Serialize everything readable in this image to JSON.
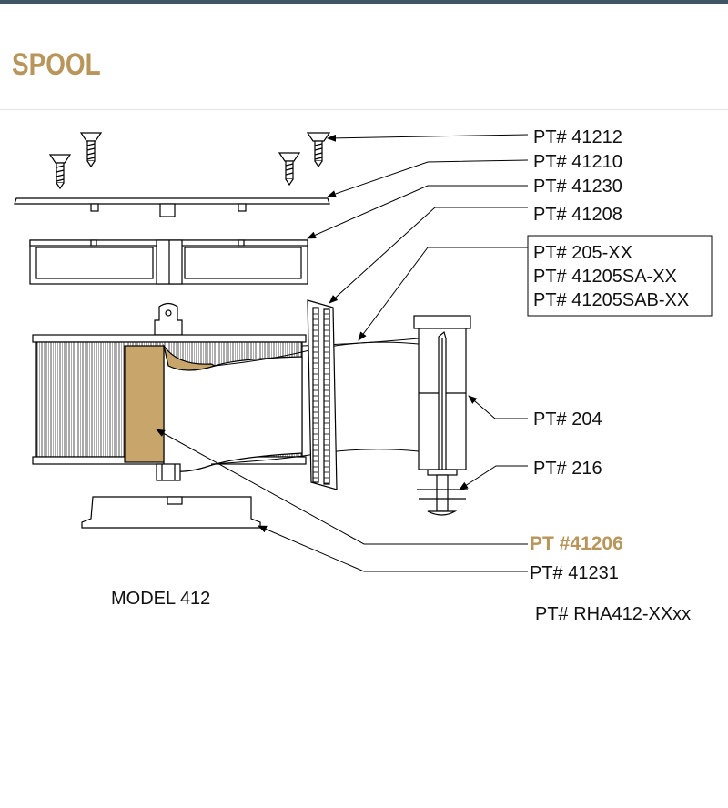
{
  "title": "SPOOL",
  "model_label": "MODEL 412",
  "highlight_color": "#b8955a",
  "fill_color": "#c8a56a",
  "parts": {
    "p41212": "PT# 41212",
    "p41210": "PT# 41210",
    "p41230": "PT# 41230",
    "p41208": "PT# 41208",
    "p205": "PT# 205-XX",
    "p41205sa": "PT# 41205SA-XX",
    "p41205sab": "PT# 41205SAB-XX",
    "p204": "PT# 204",
    "p216": "PT# 216",
    "p41206": "PT #41206",
    "p41231": "PT# 41231",
    "assembly": "PT#  RHA412-XXxx"
  }
}
